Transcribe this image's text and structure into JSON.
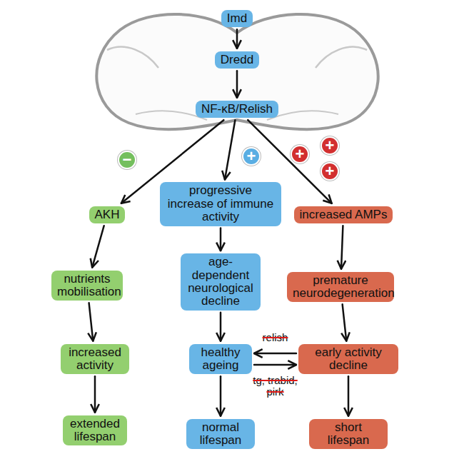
{
  "diagram": {
    "nodes": [
      {
        "text": [
          "Imd"
        ]
      },
      {
        "text": [
          "Dredd"
        ]
      },
      {
        "text": [
          "NF-κB/Relish"
        ]
      },
      {
        "text": [
          "−"
        ]
      },
      {
        "text": [
          "+"
        ]
      },
      {
        "text": [
          "+"
        ]
      },
      {
        "text": [
          "+"
        ]
      },
      {
        "text": [
          "+"
        ]
      },
      {
        "text": [
          "AKH"
        ]
      },
      {
        "text": [
          "progressive increase of immune activity"
        ]
      },
      {
        "text": [
          "increased AMPs"
        ]
      },
      {
        "text": [
          "nutrients mobilisation"
        ]
      },
      {
        "text": [
          "age-dependent neurological decline"
        ]
      },
      {
        "text": [
          "premature neurodegeneration"
        ]
      },
      {
        "text": [
          "increased activity"
        ]
      },
      {
        "text": [
          "healthy ageing"
        ]
      },
      {
        "text": [
          "early activity decline"
        ]
      },
      {
        "text": [
          "extended lifespan"
        ]
      },
      {
        "text": [
          "normal lifespan"
        ]
      },
      {
        "text": [
          "short lifespan"
        ]
      }
    ],
    "edges": [
      {
        "from": 0,
        "to": 1,
        "arrow": "to"
      },
      {
        "from": 1,
        "to": 2,
        "arrow": "to"
      },
      {
        "from": 2,
        "to": 8,
        "arrow": "to"
      },
      {
        "from": 2,
        "to": 9,
        "arrow": "to"
      },
      {
        "from": 2,
        "to": 10,
        "arrow": "to"
      },
      {
        "from": 8,
        "to": 11,
        "arrow": "to"
      },
      {
        "from": 11,
        "to": 14,
        "arrow": "to"
      },
      {
        "from": 14,
        "to": 17,
        "arrow": "to"
      },
      {
        "from": 9,
        "to": 12,
        "arrow": "to"
      },
      {
        "from": 12,
        "to": 15,
        "arrow": "to"
      },
      {
        "from": 15,
        "to": 18,
        "arrow": "to"
      },
      {
        "from": 10,
        "to": 13,
        "arrow": "to"
      },
      {
        "from": 13,
        "to": 16,
        "arrow": "to"
      },
      {
        "from": 16,
        "to": 19,
        "arrow": "to"
      },
      {
        "from": 16,
        "to": 15,
        "label": "relish",
        "arrow": "to"
      },
      {
        "from": 15,
        "to": 16,
        "label": "tg, trabid, pirk",
        "arrow": "to"
      }
    ]
  }
}
